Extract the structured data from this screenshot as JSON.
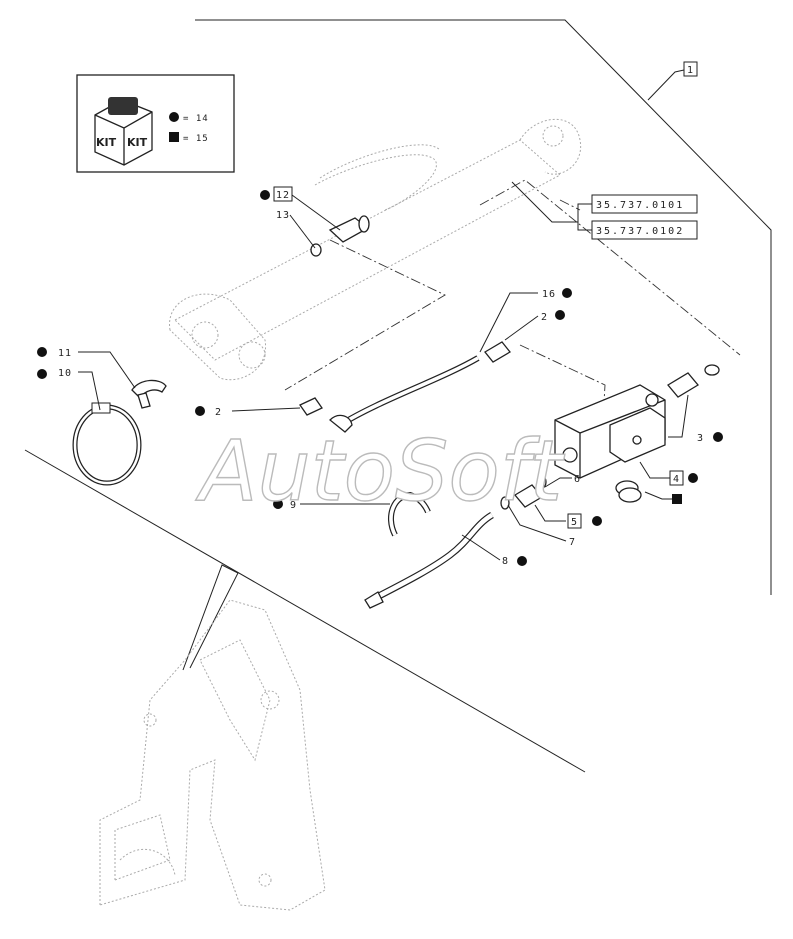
{
  "watermark": "AutoSoft",
  "kit_legend": {
    "kit_text_1": "KIT",
    "kit_text_2": "KIT",
    "circle_ref": "= 14",
    "square_ref": "= 15"
  },
  "ref_codes": [
    "35.737.0101",
    "35.737.0102"
  ],
  "assembly_label": "1",
  "part_labels": [
    {
      "num": "12",
      "boxed": true,
      "marker": "circle"
    },
    {
      "num": "13",
      "boxed": false,
      "marker": "none"
    },
    {
      "num": "16",
      "boxed": false,
      "marker": "circle"
    },
    {
      "num": "2",
      "boxed": false,
      "marker": "circle"
    },
    {
      "num": "11",
      "boxed": false,
      "marker": "circle"
    },
    {
      "num": "10",
      "boxed": false,
      "marker": "circle"
    },
    {
      "num": "2",
      "boxed": false,
      "marker": "circle"
    },
    {
      "num": "3",
      "boxed": false,
      "marker": "circle"
    },
    {
      "num": "4",
      "boxed": true,
      "marker": "circle"
    },
    {
      "num": "6",
      "boxed": false,
      "marker": "none"
    },
    {
      "num": "9",
      "boxed": false,
      "marker": "circle"
    },
    {
      "num": "5",
      "boxed": true,
      "marker": "circle"
    },
    {
      "num": "7",
      "boxed": false,
      "marker": "none"
    },
    {
      "num": "8",
      "boxed": false,
      "marker": "circle"
    }
  ]
}
